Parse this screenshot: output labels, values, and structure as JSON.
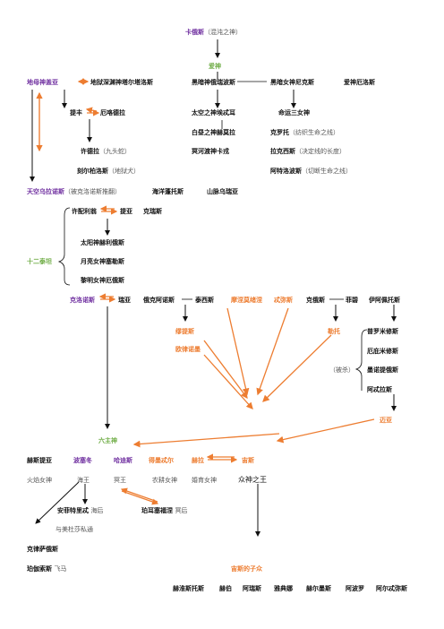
{
  "top": {
    "chaos": "卡俄斯",
    "chaos_note": "（混沌之神）",
    "eros": "爱神"
  },
  "gen1": {
    "gaia": "地母神盖亚",
    "tartarus": "地狱深渊神塔尔塔洛斯",
    "erebus": "黑暗神俄瑞波斯",
    "nyx": "黑暗女神尼克斯",
    "eros2": "爱神厄洛斯"
  },
  "gen2": {
    "typhon": "提丰",
    "echidna": "厄咯德拉",
    "aether": "太空之神埃忒耳",
    "moirai": "命运三女神",
    "hemera": "白昼之神赫莫拉",
    "clotho": "克罗托",
    "clotho_note": "（纺织生命之线）",
    "charon": "冥河渡神卡戎",
    "lachesis": "拉克西斯",
    "lachesis_note": "（决定线的长度）",
    "hydra": "许德拉",
    "hydra_note": "（九头蛇）",
    "atropos": "阿特洛波斯",
    "atropos_note": "（切断生命之线）",
    "cerberus": "刻尔柏洛斯",
    "cerberus_note": "（地狱犬）"
  },
  "uranus_row": {
    "uranus": "天空乌拉诺斯",
    "uranus_note": "（被克洛诺斯推翻）",
    "pontus": "海洋蓬托斯",
    "ourea": "山脉乌瑞亚"
  },
  "titans": {
    "label": "十二泰坦",
    "hyperion": "许配利翁",
    "theia": "提亚",
    "crius": "克瑞斯",
    "helios": "太阳神赫利俄斯",
    "selene": "月亮女神塞勒斯",
    "eos": "黎明女神厄俄斯"
  },
  "titan_row": {
    "cronus": "克洛诺斯",
    "rhea": "瑞亚",
    "oceanus": "俄克阿诺斯",
    "tethys": "泰西斯",
    "mnemosyne": "摩涅莫绪涅",
    "themis": "忒弥斯",
    "coeus": "克俄斯",
    "phoebe": "菲碧",
    "iapetus": "伊阿佩托斯"
  },
  "children": {
    "muses": "缪提斯",
    "horae": "欧律诺墨",
    "leto": "勒托",
    "prometheus": "普罗米修斯",
    "epimetheus": "厄庇米修斯",
    "bound": "（被杀）",
    "menoetius": "墨诺提俄斯",
    "atlas": "阿忒拉斯",
    "maia": "迈亚"
  },
  "olympians": {
    "label": "六主神",
    "hestia": "赫斯提亚",
    "poseidon": "波塞冬",
    "hades": "哈迪斯",
    "demeter": "得墨忒尔",
    "hera": "赫拉",
    "zeus": "宙斯",
    "hestia_title": "火焰女神",
    "poseidon_title": "海王",
    "hades_title": "冥王",
    "demeter_title": "农耕女神",
    "hera_title": "婚育女神",
    "zeus_title": "众神之王"
  },
  "spouses": {
    "amphitrite": "安菲特里忒",
    "amphitrite_title": "海后",
    "persephone": "珀耳塞福涅",
    "persephone_title": "冥后",
    "amphitrite_note": "与美杜莎私通"
  },
  "bottom": {
    "chrysaor": "克律萨俄斯",
    "pegasus": "珀伽索斯",
    "pegasus_title": "飞马",
    "zeus_kids_label": "宙斯的子众",
    "zeus_kids": [
      "赫淮斯托斯",
      "赫伯",
      "阿瑞斯",
      "雅典娜",
      "赫尔墨斯",
      "阿波罗",
      "阿尔忒弥斯"
    ]
  },
  "colors": {
    "purple": "#7030a0",
    "green": "#70ad47",
    "orange": "#ed7d31",
    "black": "#111111"
  }
}
